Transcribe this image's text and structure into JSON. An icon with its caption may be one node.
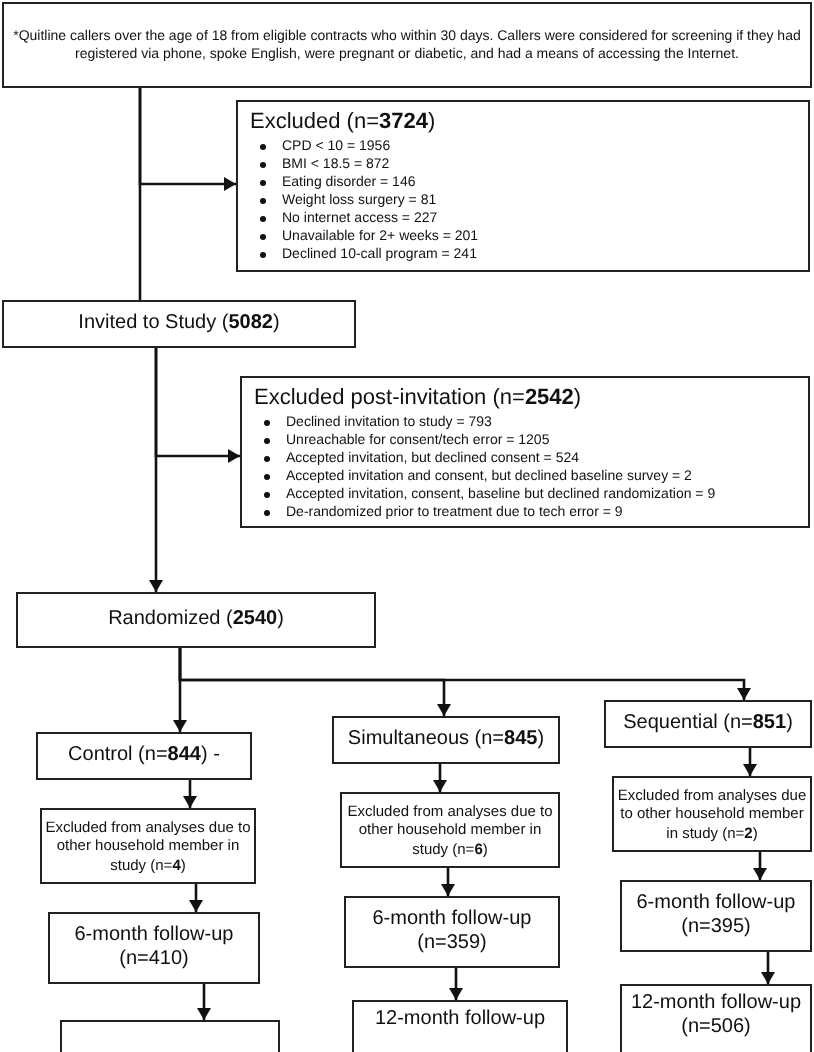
{
  "diagram": {
    "nodes": [
      {
        "text": [
          "*Quitline callers over the age of 18 from eligible contracts who within 30 days. Callers were considered for screening if they had registered via phone, spoke English, were pregnant or diabetic, and had a means of accessing the Internet."
        ]
      },
      {
        "text": [
          "Excluded (n=**3724**)",
          "CPD < 10 = 1956",
          "BMI < 18.5 = 872",
          "Eating disorder = 146",
          "Weight loss surgery = 81",
          "No internet access = 227",
          "Unavailable for 2+ weeks = 201",
          "Declined 10-call program = 241"
        ]
      },
      {
        "text": [
          "Invited to Study (**5082**)"
        ]
      },
      {
        "text": [
          "Excluded post-invitation (n=**2542**)",
          "Declined invitation to study = 793",
          "Unreachable for consent/tech error = 1205",
          "Accepted invitation, but declined consent = 524",
          "Accepted invitation and consent, but declined baseline survey = 2",
          "Accepted invitation, consent, baseline but declined randomization = 9",
          "De-randomized prior to treatment due to tech error = 9"
        ]
      },
      {
        "text": [
          "Randomized (**2540**)"
        ]
      },
      {
        "text": [
          "Control (n=**844**) -"
        ]
      },
      {
        "text": [
          "Simultaneous (n=**845**)"
        ]
      },
      {
        "text": [
          "Sequential (n=**851**)"
        ]
      },
      {
        "text": [
          "Excluded from analyses due to other household member in study (n=**4**)"
        ]
      },
      {
        "text": [
          "Excluded from analyses due to other household member in study (n=**6**)"
        ]
      },
      {
        "text": [
          "Excluded from analyses due to other household member in study (n=**2**)"
        ]
      },
      {
        "text": [
          "6-month follow-up (n=410)"
        ]
      },
      {
        "text": [
          "6-month follow-up (n=359)"
        ]
      },
      {
        "text": [
          "6-month follow-up (n=395)"
        ]
      },
      {
        "text": [],
        "shape": "box"
      },
      {
        "text": [
          "12-month follow-up"
        ]
      },
      {
        "text": [
          "12-month follow-up (n=506)"
        ]
      }
    ],
    "edges": [
      {
        "from": 0,
        "to": 2,
        "arrow": "none"
      },
      {
        "from": 0,
        "to": 1,
        "arrow": "to"
      },
      {
        "from": 2,
        "to": 4,
        "arrow": "to"
      },
      {
        "from": 2,
        "to": 3,
        "arrow": "to"
      },
      {
        "from": 4,
        "to": 5,
        "arrow": "to"
      },
      {
        "from": 4,
        "to": 6,
        "arrow": "to"
      },
      {
        "from": 4,
        "to": 7,
        "arrow": "to"
      },
      {
        "from": 5,
        "to": 8,
        "arrow": "to"
      },
      {
        "from": 6,
        "to": 9,
        "arrow": "to"
      },
      {
        "from": 7,
        "to": 10,
        "arrow": "to"
      },
      {
        "from": 8,
        "to": 11,
        "arrow": "to"
      },
      {
        "from": 9,
        "to": 12,
        "arrow": "to"
      },
      {
        "from": 10,
        "to": 13,
        "arrow": "to"
      },
      {
        "from": 11,
        "to": 14,
        "arrow": "to"
      },
      {
        "from": 12,
        "to": 15,
        "arrow": "to"
      },
      {
        "from": 13,
        "to": 16,
        "arrow": "to"
      }
    ]
  }
}
